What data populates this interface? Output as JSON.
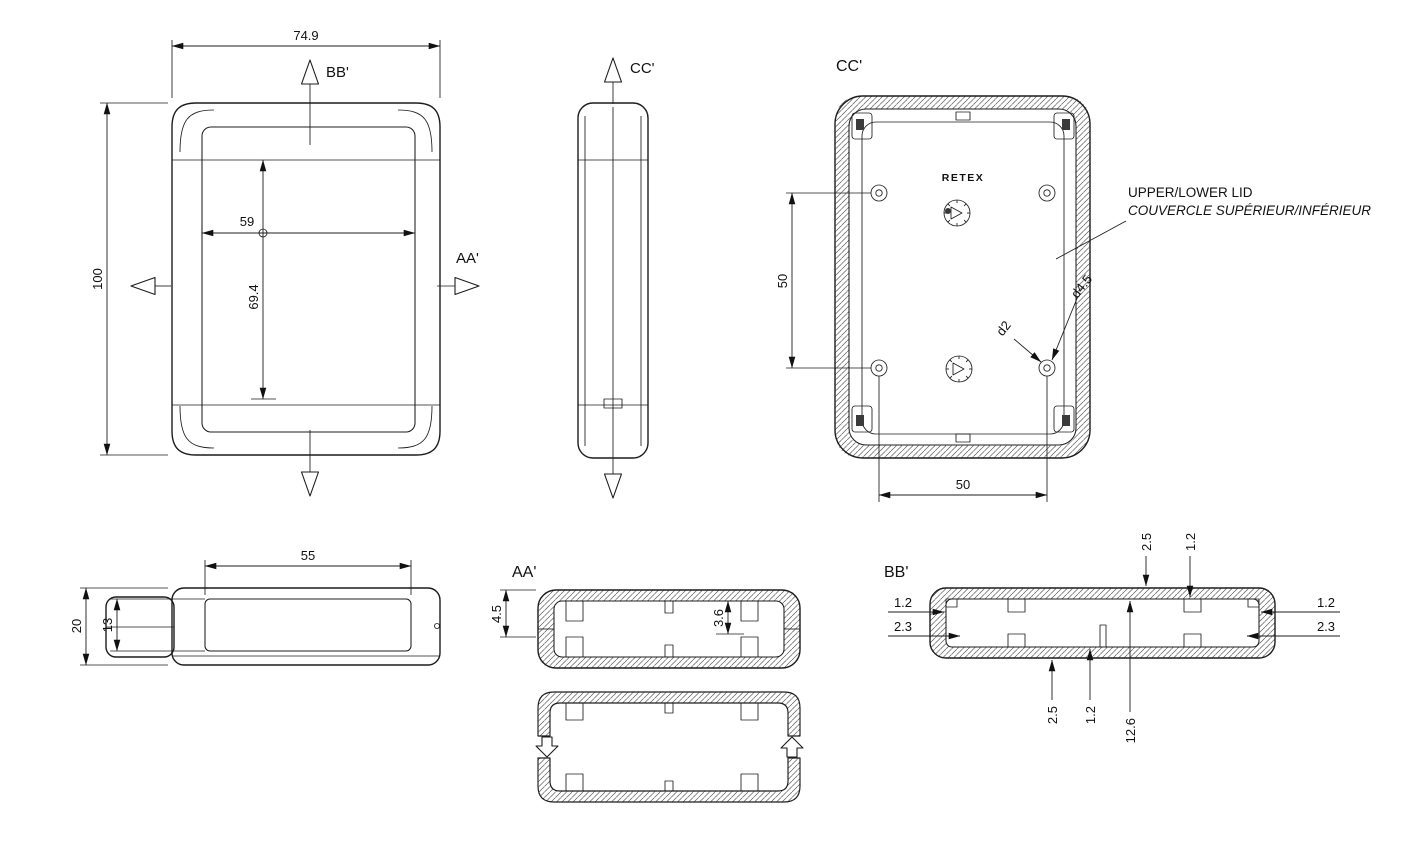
{
  "drawing": {
    "front": {
      "dim_width": "74.9",
      "dim_height": "100",
      "dim_inner_width": "59",
      "dim_inner_height": "69.4",
      "marker_bb": "BB'",
      "marker_aa": "AA'"
    },
    "side": {
      "marker_cc": "CC'"
    },
    "lid": {
      "title": "CC'",
      "brand": "RETEX",
      "dim_boss_vertical": "50",
      "dim_boss_horizontal": "50",
      "dim_hole_outer": "d4.5",
      "dim_hole_inner": "d2",
      "label_line1": "UPPER/LOWER LID",
      "label_line2": "COUVERCLE SUPÉRIEUR/INFÉRIEUR"
    },
    "end": {
      "dim_label_width": "55",
      "dim_height": "20",
      "dim_inner_height": "13"
    },
    "section_aa": {
      "title": "AA'",
      "dim_lid_depth": "4.5",
      "dim_rib": "3.6"
    },
    "section_bb": {
      "title": "BB'",
      "dim_top_outer": "2.5",
      "dim_top_wall": "1.2",
      "dim_left_wall": "1.2",
      "dim_left_boss": "2.3",
      "dim_right_wall": "1.2",
      "dim_right_boss": "2.3",
      "dim_bottom_outer": "2.5",
      "dim_bottom_wall": "1.2",
      "dim_interior": "12.6"
    }
  }
}
